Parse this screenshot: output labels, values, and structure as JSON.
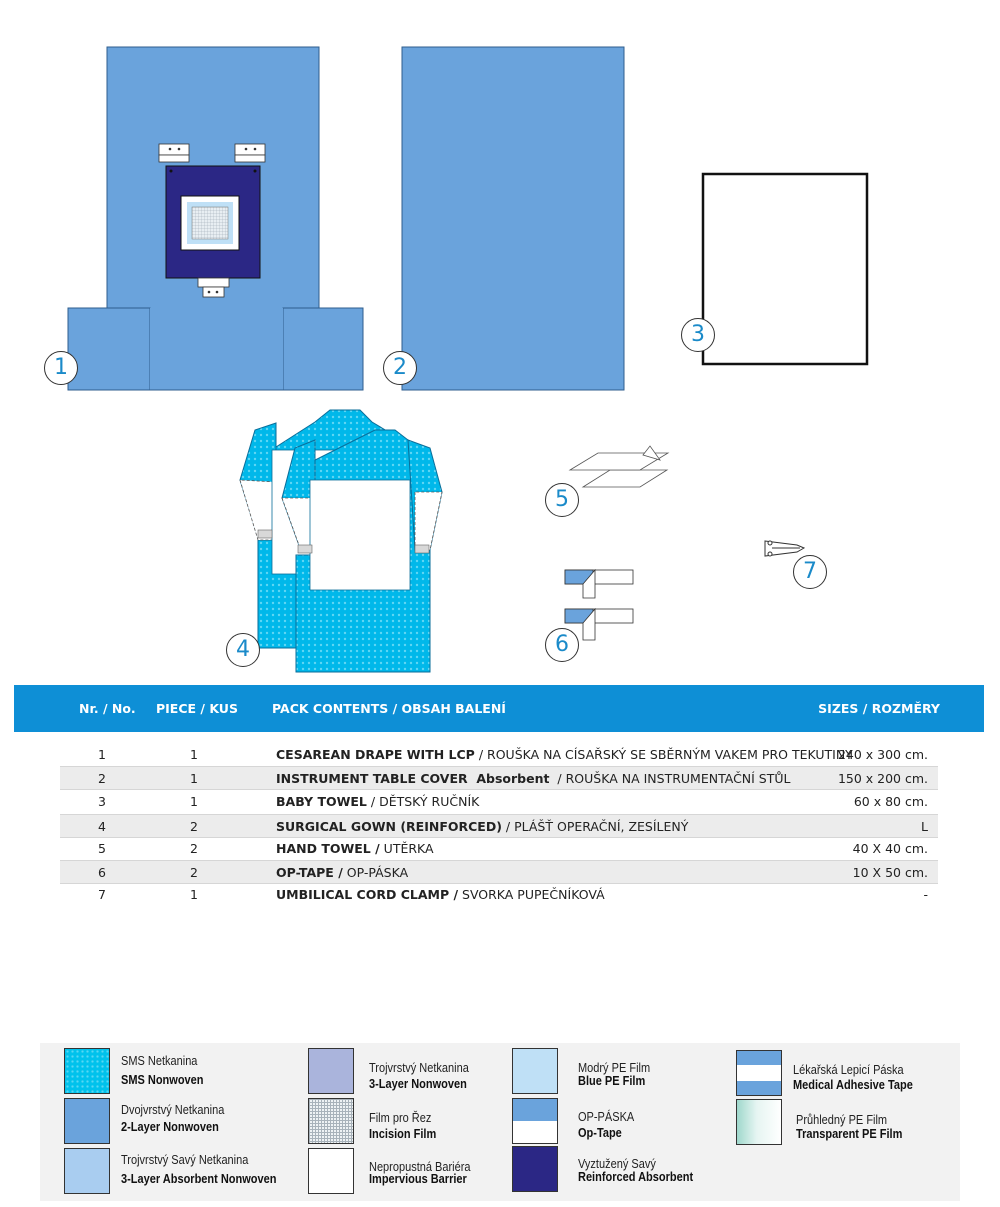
{
  "callouts": [
    "1",
    "2",
    "3",
    "4",
    "5",
    "6",
    "7"
  ],
  "table": {
    "headers": {
      "nr": "Nr. / No.",
      "piece": "PIECE / KUS",
      "contents": "PACK CONTENTS / OBSAH BALENÍ",
      "sizes": "SIZES / ROZMĚRY"
    },
    "rows": [
      {
        "nr": "1",
        "piece": "1",
        "name": "CESAREAN DRAPE WITH LCP",
        "sep": " / ",
        "desc": "ROUŠKA NA CÍSAŘSKÝ SE SBĚRNÝM VAKEM PRO TEKUTINY",
        "size": "240 x 300 cm."
      },
      {
        "nr": "2",
        "piece": "1",
        "name": "INSTRUMENT TABLE COVER  Absorbent",
        "sep": "  / ",
        "desc": "ROUŠKA NA INSTRUMENTAČNÍ STŮL",
        "size": "150 x 200 cm."
      },
      {
        "nr": "3",
        "piece": "1",
        "name": "BABY TOWEL",
        "sep": " / ",
        "desc": "DĚTSKÝ RUČNÍK",
        "size": "60 x 80 cm."
      },
      {
        "nr": "4",
        "piece": "2",
        "name": "SURGICAL GOWN (REINFORCED)",
        "sep": " / ",
        "desc": "PLÁŠŤ OPERAČNÍ, ZESÍLENÝ",
        "size": "L"
      },
      {
        "nr": "5",
        "piece": "2",
        "name": "HAND TOWEL /",
        "sep": " ",
        "desc": "UTĚRKA",
        "size": "40 X 40 cm."
      },
      {
        "nr": "6",
        "piece": "2",
        "name": "OP-TAPE /",
        "sep": " ",
        "desc": "OP-PÁSKA",
        "size": "10 X 50 cm."
      },
      {
        "nr": "7",
        "piece": "1",
        "name": "UMBILICAL CORD CLAMP /",
        "sep": " ",
        "desc": "SVORKA PUPEČNÍKOVÁ",
        "size": "-"
      }
    ]
  },
  "legend": [
    {
      "cz": "SMS Netkanina",
      "en": "SMS Nonwoven"
    },
    {
      "cz": "Dvojvrstvý Netkanina",
      "en": "2-Layer Nonwoven"
    },
    {
      "cz": "Trojvrstvý Savý Netkanina",
      "en": "3-Layer Absorbent Nonwoven"
    },
    {
      "cz": "Trojvrstvý Netkanina",
      "en": "3-Layer Nonwoven"
    },
    {
      "cz": "Film pro Řez",
      "en": "Incision Film"
    },
    {
      "cz": "Nepropustná Bariéra",
      "en": "Impervious Barrier"
    },
    {
      "cz": "Modrý PE Film",
      "en": "Blue PE Film"
    },
    {
      "cz": "OP-PÁSKA",
      "en": "Op-Tape"
    },
    {
      "cz": "Vyztužený Savý",
      "en": "Reinforced Absorbent"
    },
    {
      "cz": "Lékařská Lepicí Páska",
      "en": "Medical Adhesive Tape"
    },
    {
      "cz": "Průhledný PE Film",
      "en": "Transparent PE Film"
    }
  ],
  "colors": {
    "sms": "#00c2ec",
    "two_layer": "#6aa3dc",
    "three_layer_absorbent": "#a9cdf0",
    "three_layer": "#aab4dc",
    "blue_pe": "#bfe0f6",
    "reinforced": "#2b2785",
    "header": "#0e8fd6",
    "callout_text": "#1a8ac9"
  }
}
